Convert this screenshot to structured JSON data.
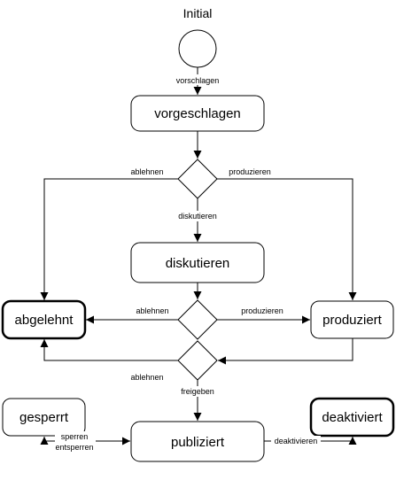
{
  "title": "Initial",
  "states": {
    "vorgeschlagen": "vorgeschlagen",
    "diskutieren": "diskutieren",
    "abgelehnt": "abgelehnt",
    "produziert": "produziert",
    "gesperrt": "gesperrt",
    "publiziert": "publiziert",
    "deaktiviert": "deaktiviert"
  },
  "edges": {
    "vorschlagen": "vorschlagen",
    "d1_ablehnen": "ablehnen",
    "d1_produzieren": "produzieren",
    "d1_diskutieren": "diskutieren",
    "d2_ablehnen": "ablehnen",
    "d2_produzieren": "produzieren",
    "d3_ablehnen": "ablehnen",
    "freigeben": "freigeben",
    "sperren": "sperren",
    "entsperren": "entsperren",
    "deaktivieren": "deaktivieren"
  }
}
